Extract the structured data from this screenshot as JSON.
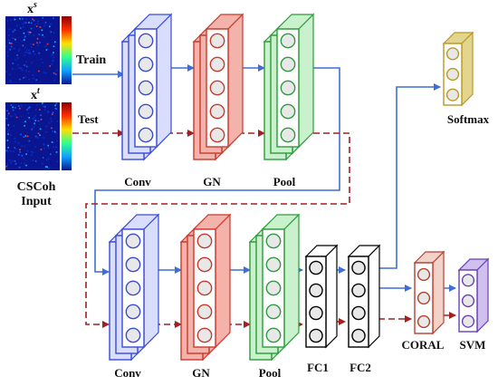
{
  "inputs": {
    "source_label": "x",
    "source_sup": "s",
    "target_label": "x",
    "target_sup": "t",
    "caption_line1": "CSCoh",
    "caption_line2": "Input"
  },
  "paths": {
    "train_label": "Train",
    "test_label": "Test"
  },
  "stage1": {
    "conv_label": "Conv",
    "gn_label": "GN",
    "pool_label": "Pool"
  },
  "stage2": {
    "conv_label": "Conv",
    "gn_label": "GN",
    "pool_label": "Pool",
    "fc1_label": "FC1",
    "fc2_label": "FC2"
  },
  "heads": {
    "softmax_label": "Softmax",
    "coral_label": "CORAL",
    "svm_label": "SVM"
  },
  "colors": {
    "conv": "#3a4bd6",
    "conv_fill": "#d9deff",
    "gn": "#c83a2e",
    "gn_fill": "#f4b3aa",
    "pool": "#2e9a3c",
    "pool_fill": "#c9f2cc",
    "fc": "#000000",
    "softmax": "#b89a1e",
    "softmax_fill": "#e3d58e",
    "coral": "#b84030",
    "coral_fill": "#f3d2c9",
    "svm": "#6a3fb3",
    "svm_fill": "#cfc0ee",
    "train_arrow": "#3f6fd6",
    "test_arrow": "#a32020"
  }
}
